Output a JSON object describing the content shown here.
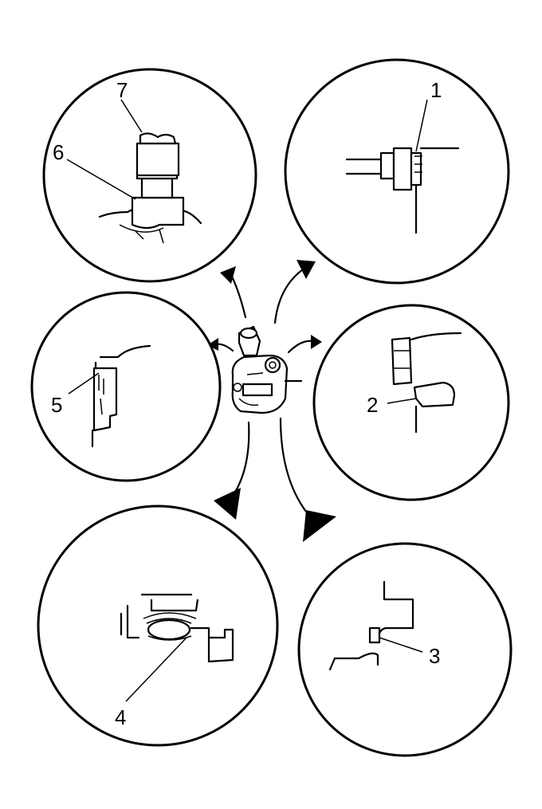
{
  "diagram": {
    "callouts": {
      "c1": "1",
      "c2": "2",
      "c3": "3",
      "c4": "4",
      "c5": "5",
      "c6": "6",
      "c7": "7"
    },
    "colors": {
      "ink": "#000000",
      "paper": "#ffffff"
    },
    "icons": [
      "center-component-icon",
      "detail-view-icon",
      "arrow-icon"
    ]
  }
}
